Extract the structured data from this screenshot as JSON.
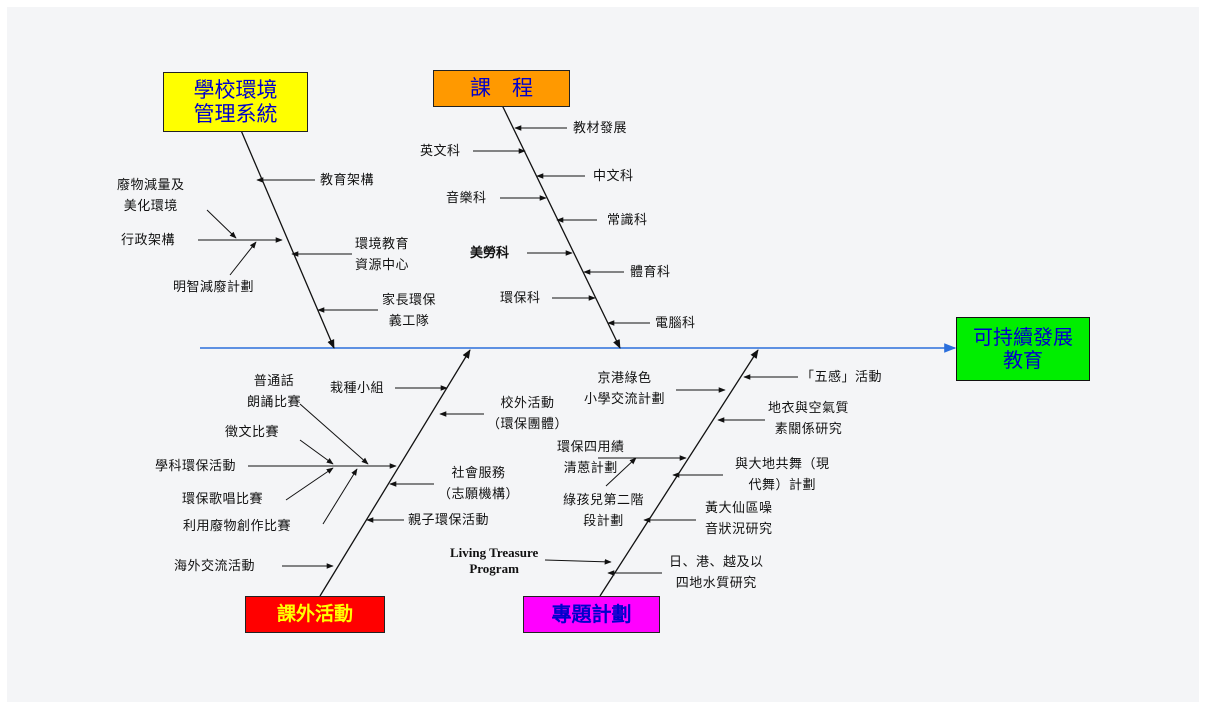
{
  "colors": {
    "schoolBox": "#ffff00",
    "curriculumBox": "#ff9900",
    "goalBox": "#00ee00",
    "extraBox": "#ff0000",
    "projectBox": "#ff00ff",
    "spine": "#2b6fdc",
    "boxText": "#0000cc",
    "redBoxText": "#ffff00"
  },
  "boxes": {
    "school": "學校環境\n管理系統",
    "curriculum": "課　程",
    "goal": "可持續發展\n教育",
    "extra": "課外活動",
    "projects": "專題計劃"
  },
  "school_branch": {
    "items": [
      "教育架構",
      "環境教育\n資源中心",
      "家長環保\n義工隊"
    ],
    "admin": "行政架構",
    "admin_subs": [
      "廢物減量及\n美化環境",
      "明智減廢計劃"
    ]
  },
  "curriculum_branch": {
    "items": [
      "教材發展",
      "英文科",
      "中文科",
      "音樂科",
      "常識科",
      "美勞科",
      "體育科",
      "環保科",
      "電腦科"
    ]
  },
  "extra_branch": {
    "items": [
      "栽種小組",
      "校外活動\n（環保團體）",
      "社會服務\n（志願機構）",
      "親子環保活動",
      "海外交流活動"
    ],
    "competition_subs": [
      "普通話\n朗誦比賽",
      "徵文比賽",
      "學科環保活動",
      "環保歌唱比賽",
      "利用廢物創作比賽"
    ]
  },
  "project_branch": {
    "items": [
      "京港綠色\n小學交流計劃",
      "「五感」活動",
      "地衣與空氣質\n素關係研究",
      "與大地共舞（現\n代舞）計劃",
      "黃大仙區噪\n音狀況研究",
      "日、港、越及以\n四地水質研究",
      "Living Treasure\nProgram"
    ],
    "green_subs": [
      "環保四用績\n清蒽計劃",
      "綠孩兒第二階\n段計劃"
    ]
  }
}
